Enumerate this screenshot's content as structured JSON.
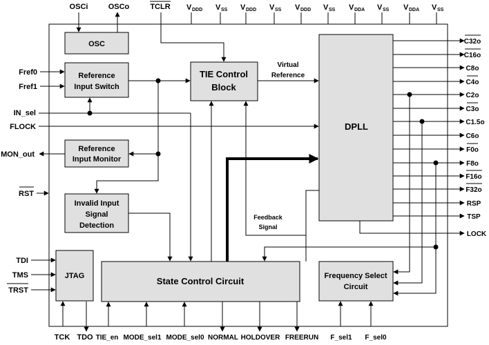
{
  "top_pins": {
    "osci": "OSCi",
    "osco": "OSCo",
    "tclr": "TCLR",
    "v_letter": "V",
    "ddd": "DDD",
    "ss": "SS",
    "dda": "DDA"
  },
  "left_pins": {
    "fref0": "Fref0",
    "fref1": "Fref1",
    "in_sel": "IN_sel",
    "flock": "FLOCK",
    "mon_out": "MON_out",
    "rst": "RST",
    "tdi": "TDI",
    "tms": "TMS",
    "trst": "TRST"
  },
  "bottom_pins": {
    "tck": "TCK",
    "tdo": "TDO",
    "tie_en": "TIE_en",
    "mode_sel1": "MODE_sel1",
    "mode_sel0": "MODE_sel0",
    "normal": "NORMAL",
    "holdover": "HOLDOVER",
    "freerun": "FREERUN",
    "f_sel1": "F_sel1",
    "f_sel0": "F_sel0"
  },
  "right_pins": {
    "c32o": "C32o",
    "c16o": "C16o",
    "c8o": "C8o",
    "c4o": "C4o",
    "c2o": "C2o",
    "c3o": "C3o",
    "c15o": "C1.5o",
    "c6o": "C6o",
    "f0o": "F0o",
    "f8o": "F8o",
    "f16o": "F16o",
    "f32o": "F32o",
    "rsp": "RSP",
    "tsp": "TSP",
    "lock": "LOCK"
  },
  "blocks": {
    "osc": "OSC",
    "ref_switch_1": "Reference",
    "ref_switch_2": "Input Switch",
    "tie_1": "TIE Control",
    "tie_2": "Block",
    "dpll": "DPLL",
    "ref_monitor_1": "Reference",
    "ref_monitor_2": "Input Monitor",
    "invalid_1": "Invalid Input",
    "invalid_2": "Signal",
    "invalid_3": "Detection",
    "jtag": "JTAG",
    "state_control": "State Control Circuit",
    "freq_select_1": "Frequency Select",
    "freq_select_2": "Circuit"
  },
  "labels": {
    "virtual_1": "Virtual",
    "virtual_2": "Reference",
    "feedback_1": "Feedback",
    "feedback_2": "Signal"
  }
}
